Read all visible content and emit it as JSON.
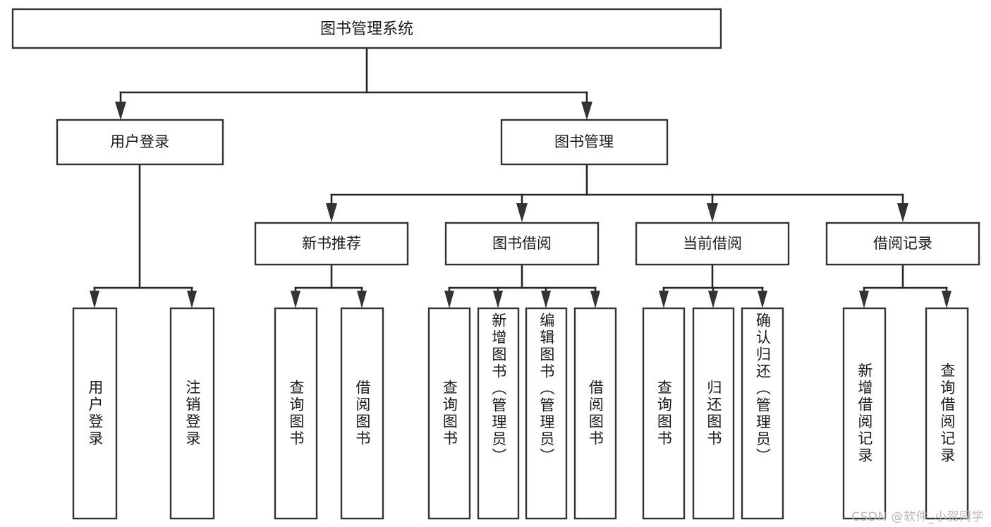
{
  "diagram": {
    "title": "图书管理系统",
    "watermark": "CSDN @软件_小贺同学",
    "colors": {
      "background": "#ffffff",
      "box_stroke": "#333333",
      "connector": "#262626",
      "text": "#1a1a1a",
      "watermark": "#b9b9b9"
    },
    "levels": {
      "root": {
        "label": "图书管理系统"
      },
      "level2": [
        {
          "id": "user-login",
          "label": "用户登录"
        },
        {
          "id": "book-management",
          "label": "图书管理"
        }
      ],
      "level3": [
        {
          "id": "new-book-recommend",
          "label": "新书推荐"
        },
        {
          "id": "book-borrow",
          "label": "图书借阅"
        },
        {
          "id": "current-borrow",
          "label": "当前借阅"
        },
        {
          "id": "borrow-record",
          "label": "借阅记录"
        }
      ],
      "leaves": [
        {
          "id": "leaf-user-login",
          "parent": "user-login",
          "label": "用户登录"
        },
        {
          "id": "leaf-logout-login",
          "parent": "user-login",
          "label": "注销登录"
        },
        {
          "id": "leaf-query-book-1",
          "parent": "new-book-recommend",
          "label": "查询图书"
        },
        {
          "id": "leaf-borrow-book-1",
          "parent": "new-book-recommend",
          "label": "借阅图书"
        },
        {
          "id": "leaf-query-book-2",
          "parent": "book-borrow",
          "label": "查询图书"
        },
        {
          "id": "leaf-add-book",
          "parent": "book-borrow",
          "label": "新增图书（管理员）"
        },
        {
          "id": "leaf-edit-book",
          "parent": "book-borrow",
          "label": "编辑图书（管理员）"
        },
        {
          "id": "leaf-borrow-book-2",
          "parent": "book-borrow",
          "label": "借阅图书"
        },
        {
          "id": "leaf-query-book-3",
          "parent": "current-borrow",
          "label": "查询图书"
        },
        {
          "id": "leaf-return-book",
          "parent": "current-borrow",
          "label": "归还图书"
        },
        {
          "id": "leaf-confirm-return",
          "parent": "current-borrow",
          "label": "确认归还（管理员）"
        },
        {
          "id": "leaf-add-record",
          "parent": "borrow-record",
          "label": "新增借阅记录"
        },
        {
          "id": "leaf-query-record",
          "parent": "borrow-record",
          "label": "查询借阅记录"
        }
      ]
    }
  }
}
